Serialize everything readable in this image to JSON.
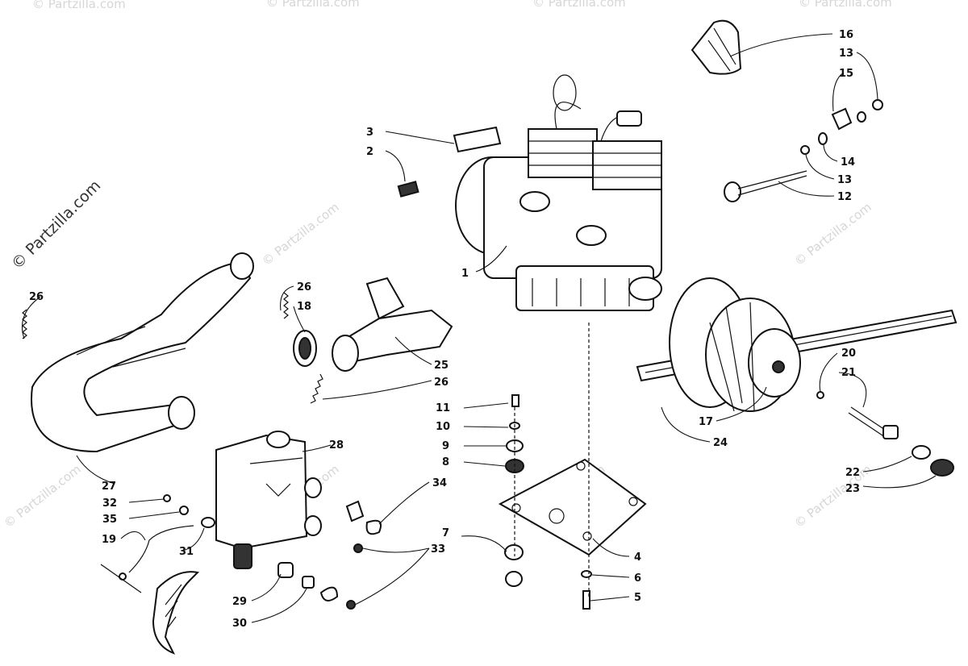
{
  "watermark": {
    "main_text": "© Partzilla.com",
    "faint_text": "© Partzilla.com"
  },
  "callouts": [
    "1",
    "2",
    "3",
    "4",
    "5",
    "6",
    "7",
    "8",
    "9",
    "10",
    "11",
    "12",
    "13",
    "13",
    "14",
    "15",
    "16",
    "17",
    "18",
    "19",
    "20",
    "21",
    "22",
    "23",
    "24",
    "25",
    "26",
    "26",
    "26",
    "27",
    "28",
    "29",
    "30",
    "31",
    "32",
    "33",
    "34",
    "35"
  ],
  "colors": {
    "ink": "#111111",
    "paper": "#ffffff",
    "watermark": "#d6d6d6"
  }
}
